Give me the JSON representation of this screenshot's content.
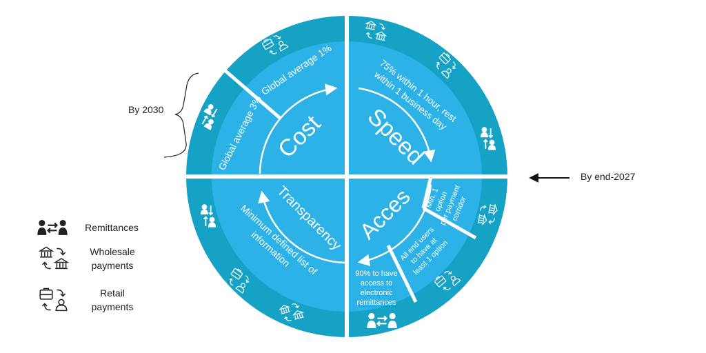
{
  "colors": {
    "outer_ring": "#16a2c4",
    "inner": "#2cb2e6",
    "divider": "#ffffff",
    "text": "#ffffff",
    "label": "#222222"
  },
  "quadrants": {
    "cost": {
      "title": "Cost",
      "target_outer": "Global average 1%",
      "target_inner": "Global average 3%"
    },
    "speed": {
      "title": "Speed",
      "target_line1": "75% within 1 hour, rest",
      "target_line2": "within 1 business day"
    },
    "access": {
      "title": "Acces",
      "target_outer": [
        "Min. 1",
        "option",
        "per payment",
        "corridor"
      ],
      "target_middle": [
        "All end users",
        "to have at",
        "least 1 option"
      ],
      "target_inner": [
        "90% to have",
        "access to",
        "electronic",
        "remittances"
      ]
    },
    "transparency": {
      "title": "Transparency",
      "target_line1": "Minimum defined list of",
      "target_line2": "information"
    }
  },
  "annotations": {
    "by_2030": "By 2030",
    "by_end_2027": "By end-2027"
  },
  "legend": {
    "remittances": "Remittances",
    "wholesale": [
      "Wholesale",
      "payments"
    ],
    "retail": [
      "Retail",
      "payments"
    ]
  },
  "icons": {
    "remittances": "people-exchange-icon",
    "wholesale": "bank-exchange-icon",
    "retail": "briefcase-person-exchange-icon"
  }
}
